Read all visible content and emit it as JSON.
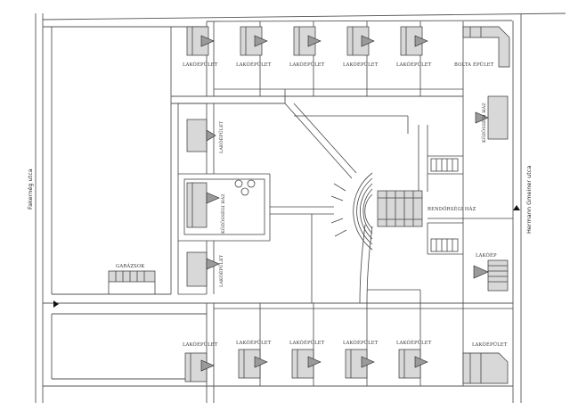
{
  "streets": {
    "west": "Fakernég utca",
    "east": "Hermann Gmeiner utca"
  },
  "labels": {
    "residential": "LAKÓÉPÜLET",
    "residential_short": "LAKÓÉP",
    "shop": "BOLTA ÉPÜLET",
    "community": "KÖZÖSSÉGI HÁZ",
    "garages": "GARÁZSOK",
    "police": "RENDŐRSÉGI HÁZ"
  }
}
